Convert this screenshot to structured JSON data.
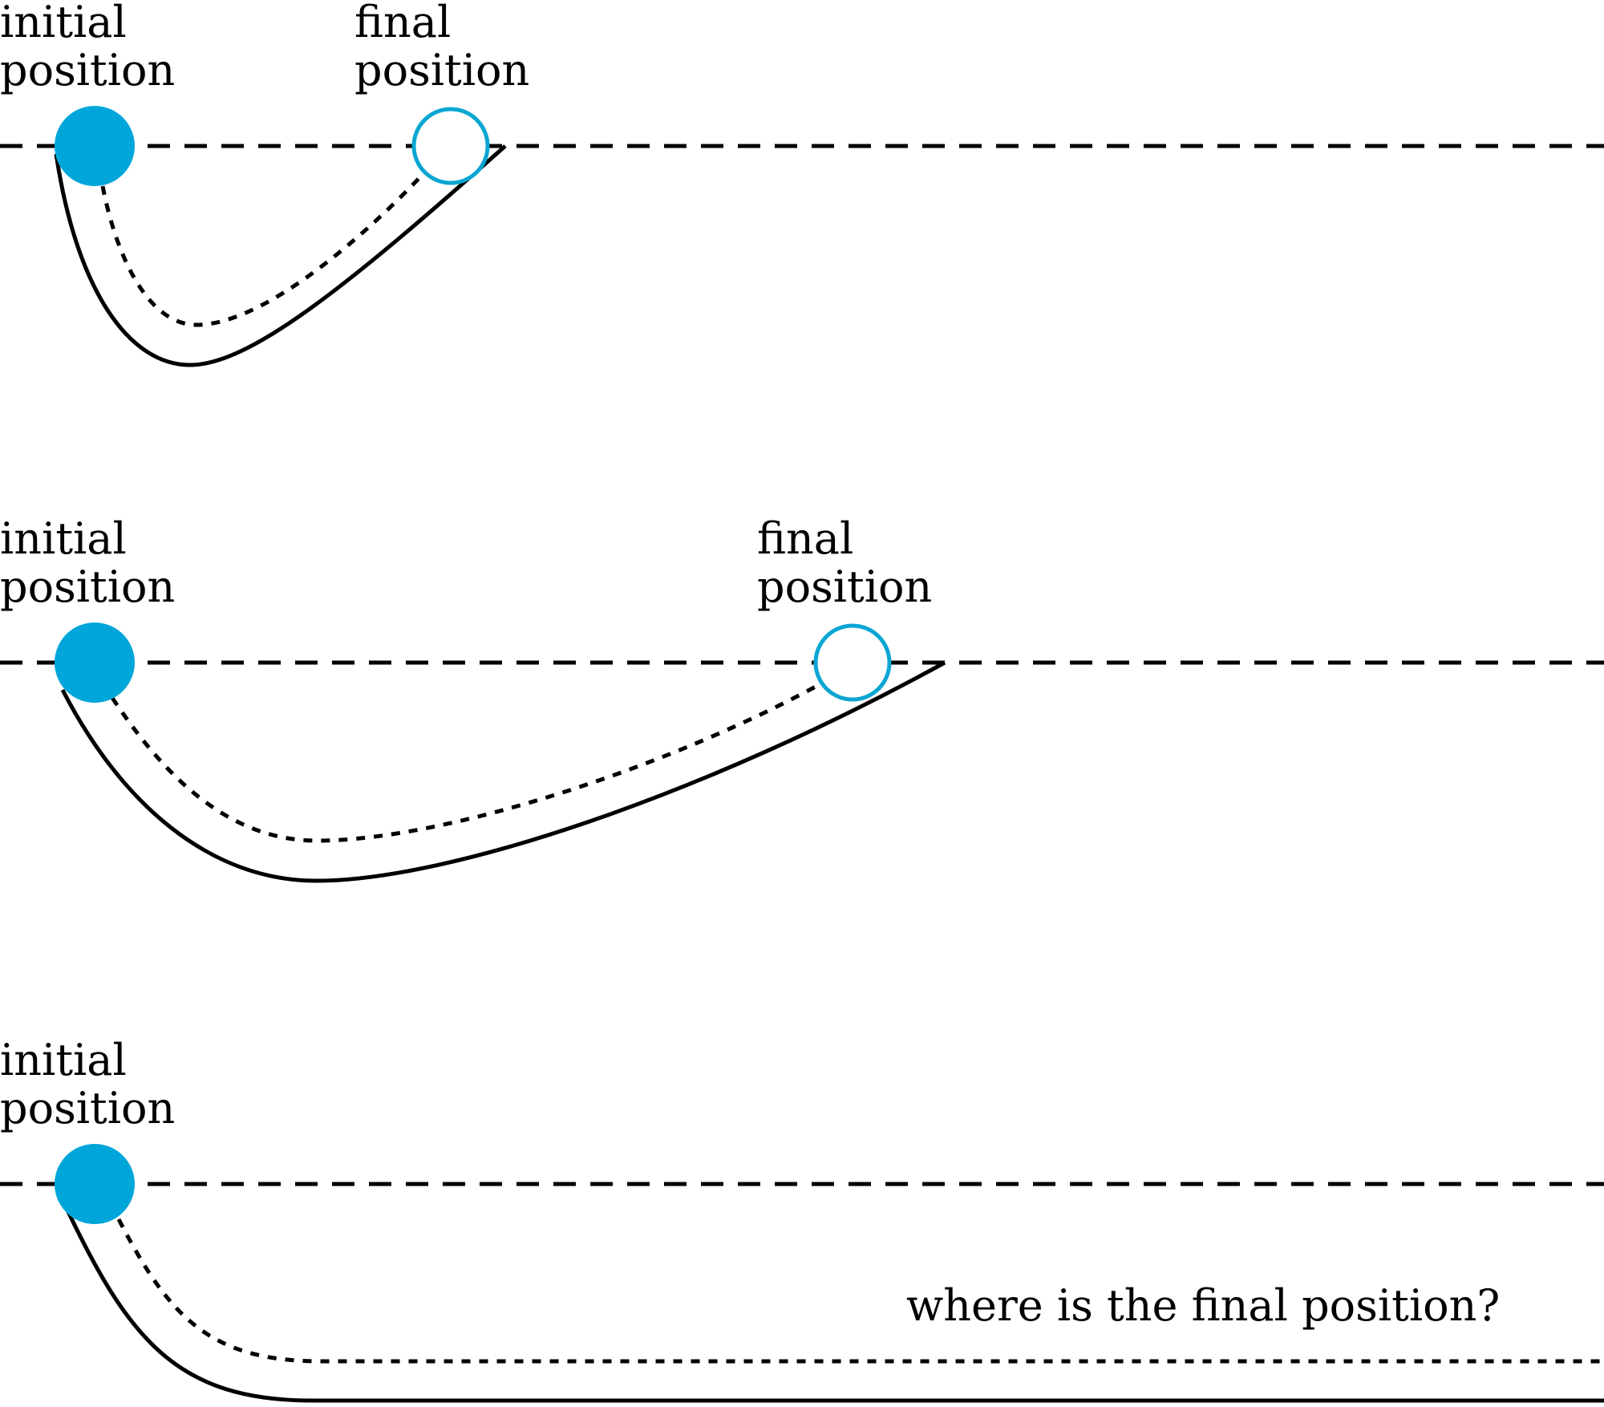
{
  "colors": {
    "ball": "#00a6d9",
    "ball_outline": "#0aa6d3",
    "line": "#000000",
    "background": "#ffffff"
  },
  "panels": [
    {
      "initial_label": [
        "initial",
        "position"
      ],
      "final_label": [
        "final",
        "position"
      ]
    },
    {
      "initial_label": [
        "initial",
        "position"
      ],
      "final_label": [
        "final",
        "position"
      ]
    },
    {
      "initial_label": [
        "initial",
        "position"
      ],
      "question": "where is the final position?"
    }
  ]
}
